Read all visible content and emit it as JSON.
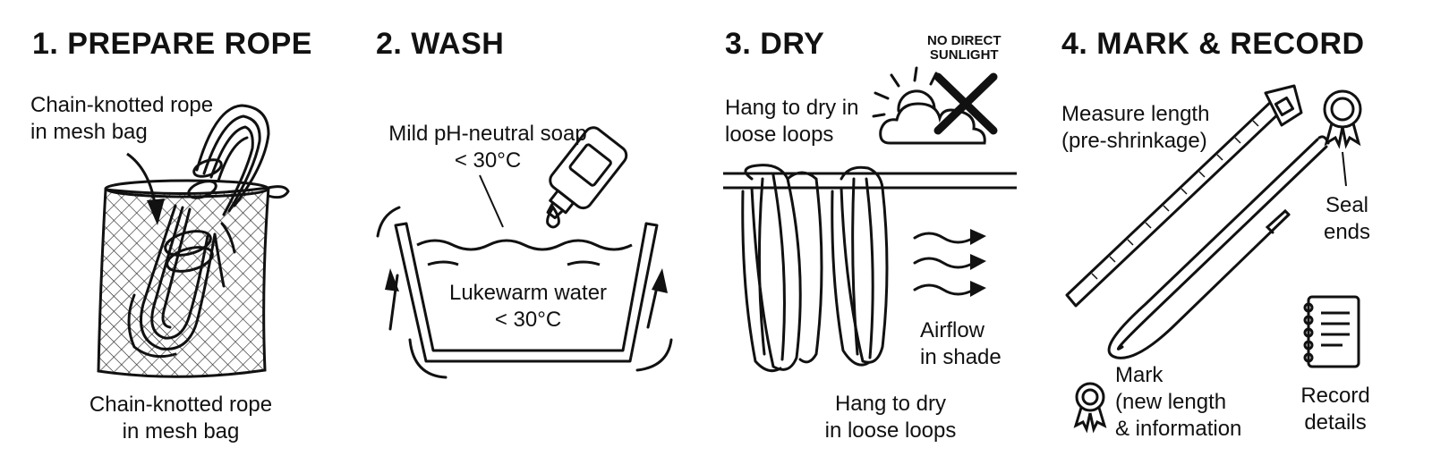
{
  "steps": [
    {
      "title": "1. PREPARE ROPE",
      "label_top_line1": "Chain-knotted rope",
      "label_top_line2": "in mesh bag",
      "label_bottom_line1": "Chain-knotted rope",
      "label_bottom_line2": "in mesh bag",
      "icons": [
        "mesh-bag",
        "knotted-rope",
        "pointer-arrow"
      ]
    },
    {
      "title": "2. WASH",
      "soap_line1": "Mild pH-neutral soap",
      "soap_line2": "< 30°C",
      "water_line1": "Lukewarm water",
      "water_line2": "< 30°C",
      "icons": [
        "soap-bottle",
        "water-drop",
        "wash-basin",
        "swirl-arrows"
      ]
    },
    {
      "title": "3. DRY",
      "warning_line1": "NO DIRECT",
      "warning_line2": "SUNLIGHT",
      "hang_top_line1": "Hang to dry in",
      "hang_top_line2": "loose loops",
      "airflow_line1": "Airflow",
      "airflow_line2": "in shade",
      "hang_bottom_line1": "Hang to dry",
      "hang_bottom_line2": "in loose loops",
      "icons": [
        "sun-cloud",
        "cross-mark",
        "drying-rail",
        "hanging-loops",
        "airflow-arrows"
      ]
    },
    {
      "title": "4. MARK & RECORD",
      "measure_line1": "Measure length",
      "measure_line2": "(pre-shrinkage)",
      "seal_line1": "Seal",
      "seal_line2": "ends",
      "mark_line1": "Mark",
      "mark_line2": "(new length",
      "mark_line3": "& information",
      "record_line1": "Record",
      "record_line2": "details",
      "icons": [
        "tape-measure",
        "rope-loop",
        "rosette-badge",
        "notebook"
      ]
    }
  ]
}
